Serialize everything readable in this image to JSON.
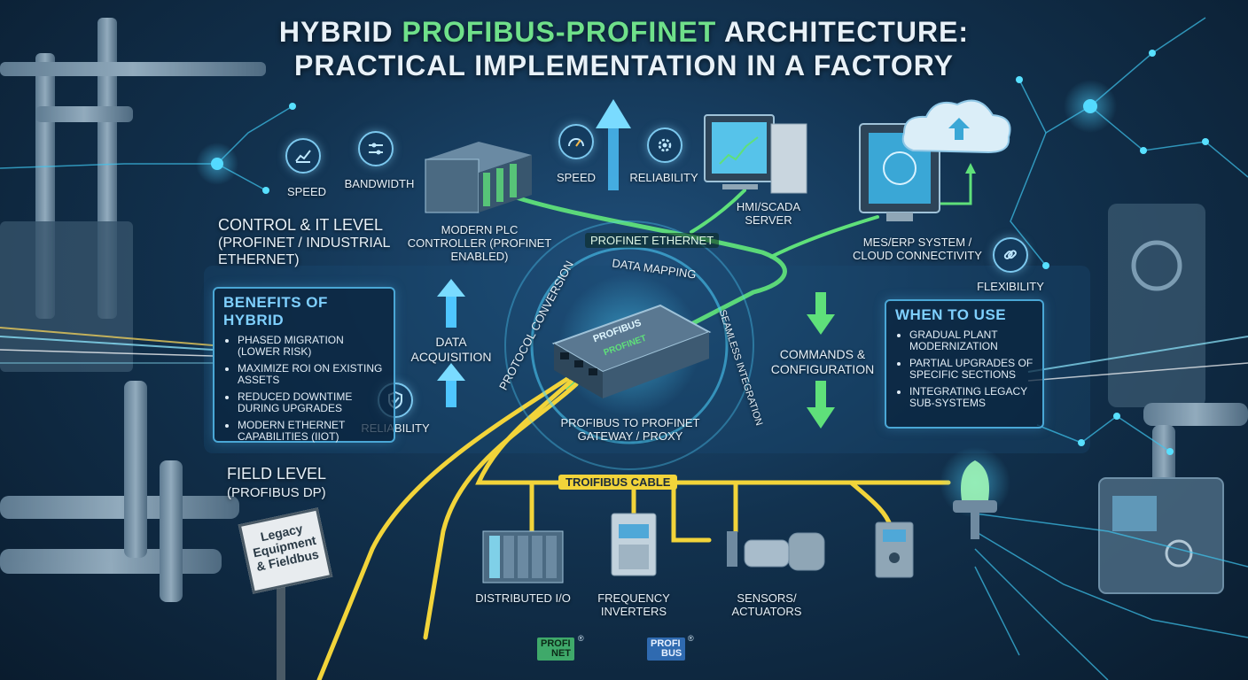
{
  "title": {
    "prefix": "Hybrid ",
    "highlight": "PROFIBUS-PROFINET",
    "suffix": " Architecture:",
    "line2": "Practical Implementation in a Factory"
  },
  "levels": {
    "control_title": "Control & IT Level",
    "control_sub": "(PROFINET / Industrial Ethernet)",
    "field_title": "Field Level",
    "field_sub": "(PROFIBUS DP)"
  },
  "metrics": {
    "speed1": "Speed",
    "bandwidth": "Bandwidth",
    "speed2": "Speed",
    "reliability_top": "Reliability",
    "flexibility": "Flexibility",
    "reliability_left": "Reliability"
  },
  "devices": {
    "plc": "Modern PLC Controller (PROFINET Enabled)",
    "hmi": "HMI/SCADA Server",
    "mes": "MES/ERP System / Cloud Connectivity",
    "gateway": "PROFIBUS to PROFINET Gateway / Proxy",
    "gateway_face1": "PROFIBUS",
    "gateway_face2": "PROFINET",
    "dist_io": "Distributed I/O",
    "inverters": "Frequency Inverters",
    "sensors": "Sensors/ Actuators"
  },
  "flows": {
    "ethernet": "PROFINET Ethernet",
    "cable": "TROIFIBUS Cable",
    "data_mapping": "Data Mapping",
    "protocol_conversion": "Protocol Conversion",
    "seamless": "Seamless Integration",
    "data_acquisition": "Data Acquisition",
    "commands": "Commands & Configuration"
  },
  "benefits": {
    "title": "Benefits of Hybrid",
    "items": [
      "Phased Migration (Lower Risk)",
      "Maximize ROI on Existing Assets",
      "Reduced Downtime During Upgrades",
      "Modern Ethernet Capabilities (IIoT)"
    ]
  },
  "when_to_use": {
    "title": "When to Use",
    "items": [
      "Gradual Plant Modernization",
      "Partial Upgrades of Specific Sections",
      "Integrating Legacy Sub-Systems"
    ]
  },
  "sign": "Legacy Equipment & Fieldbus",
  "logos": {
    "profinet_top": "PROFI",
    "profinet_bottom": "NET",
    "profibus_top": "PROFI",
    "profibus_bottom": "BUS",
    "mark": "®"
  },
  "colors": {
    "ethernet": "#5fe07a",
    "profibus_cable": "#f2d43a",
    "accent": "#4aa7d6",
    "background": "#12324f"
  }
}
